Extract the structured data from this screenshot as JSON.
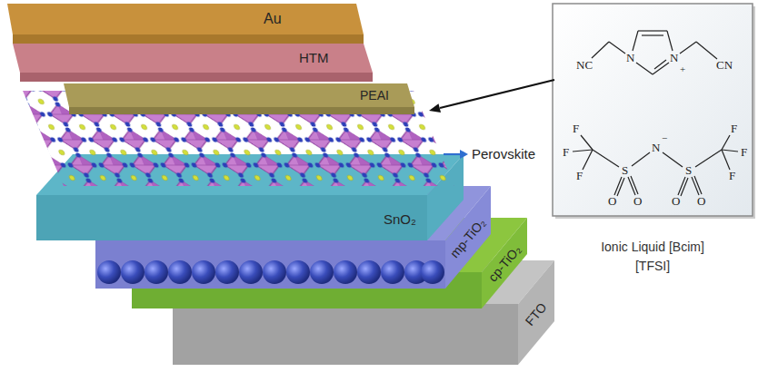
{
  "diagram": {
    "nodes": [
      {
        "text": [
          "Au"
        ]
      },
      {
        "text": [
          "HTM"
        ]
      },
      {
        "text": [
          "PEAI"
        ]
      },
      {
        "text": [
          "SnO₂"
        ]
      },
      {
        "text": [
          "mp-TiO₂"
        ]
      },
      {
        "text": [
          "cp-TiO₂"
        ]
      },
      {
        "text": [
          "FTO"
        ]
      },
      {
        "text": [
          "Ionic Liquid [Bcim][TFSI]"
        ]
      }
    ],
    "labels": [
      "Perovskite",
      "NC",
      "N",
      "N",
      "+",
      "CN",
      "F",
      "F",
      "F",
      "S",
      "N",
      "−",
      "S",
      "F",
      "F",
      "F",
      "O",
      "O",
      "O",
      "O"
    ]
  }
}
